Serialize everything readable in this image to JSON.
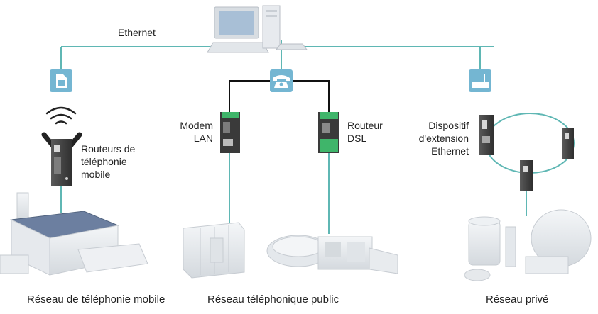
{
  "network": {
    "ethernet_label": "Ethernet",
    "colors": {
      "ethernet": "#5fb7b4",
      "phone": "#111111",
      "icon_bg": "#74b6d2",
      "device_green": "#3fb56a"
    }
  },
  "devices": {
    "mobile_router": "Routeurs de\ntéléphonie\nmobile",
    "modem_lan": "Modem\nLAN",
    "dsl_router": "Routeur\nDSL",
    "ethernet_extender": "Dispositif\nd'extension\nEthernet"
  },
  "captions": {
    "mobile": "Réseau de téléphonie mobile",
    "public": "Réseau téléphonique public",
    "private": "Réseau privé"
  },
  "icons": [
    "computer-icon",
    "sim-card-icon",
    "telephone-icon",
    "router-icon",
    "wireless-signal-icon"
  ]
}
